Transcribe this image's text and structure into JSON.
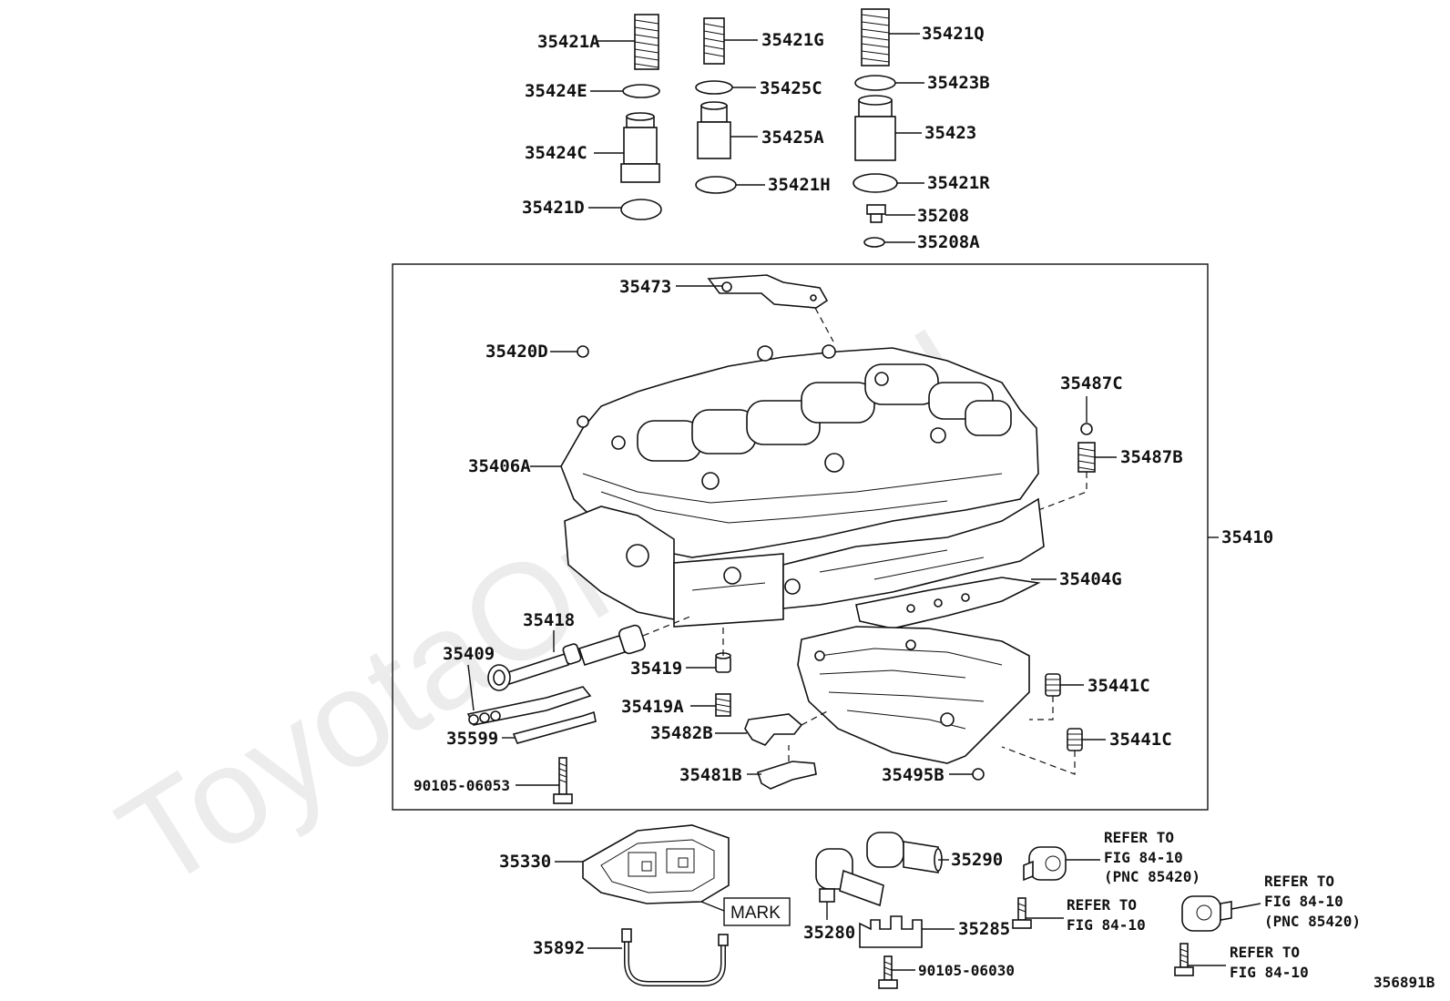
{
  "watermark": "ToyotaOnline.ru",
  "figure_id": "356891B",
  "mark_label": "MARK",
  "labels": {
    "p35421A": "35421A",
    "p35421G": "35421G",
    "p35421Q": "35421Q",
    "p35424E": "35424E",
    "p35425C": "35425C",
    "p35423B": "35423B",
    "p35424C": "35424C",
    "p35425A": "35425A",
    "p35423": "35423",
    "p35421D": "35421D",
    "p35421H": "35421H",
    "p35421R": "35421R",
    "p35208": "35208",
    "p35208A": "35208A",
    "p35473": "35473",
    "p35420D": "35420D",
    "p35487C": "35487C",
    "p35487B": "35487B",
    "p35406A": "35406A",
    "p35410": "35410",
    "p35404G": "35404G",
    "p35418": "35418",
    "p35409": "35409",
    "p35419": "35419",
    "p35419A": "35419A",
    "p35441C_1": "35441C",
    "p35441C_2": "35441C",
    "p35482B": "35482B",
    "p35599": "35599",
    "p35481B": "35481B",
    "p35495B": "35495B",
    "p90105_06053": "90105-06053",
    "p35330": "35330",
    "p35290": "35290",
    "p35280": "35280",
    "p35285": "35285",
    "p35892": "35892",
    "p90105_06030": "90105-06030"
  },
  "refer_notes": {
    "r1": [
      "REFER TO",
      "FIG 84-10",
      "(PNC 85420)"
    ],
    "r2": [
      "REFER TO",
      "FIG 84-10",
      "(PNC 85420)"
    ],
    "r3": [
      "REFER TO",
      "FIG 84-10"
    ],
    "r4": [
      "REFER TO",
      "FIG 84-10"
    ]
  }
}
